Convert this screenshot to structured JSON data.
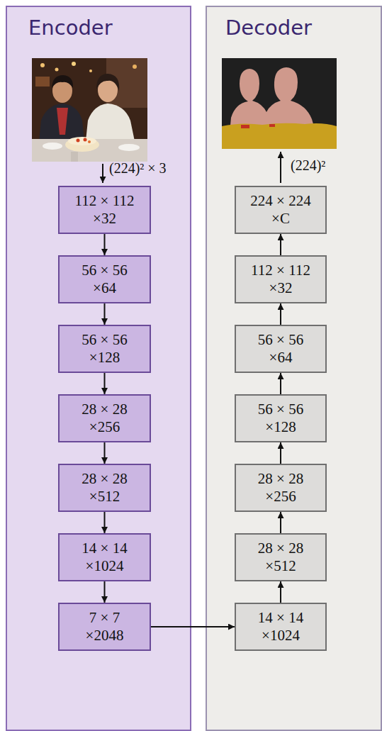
{
  "diagram": {
    "nodes": [
      {
        "text": [
          "Encoder"
        ]
      },
      {
        "text": [
          "112 × 112",
          "×32"
        ],
        "in": 0
      },
      {
        "text": [
          "56 × 56",
          "×64"
        ],
        "in": 0
      },
      {
        "text": [
          "56 × 56",
          "×128"
        ],
        "in": 0
      },
      {
        "text": [
          "28 × 28",
          "×256"
        ],
        "in": 0
      },
      {
        "text": [
          "28 × 28",
          "×512"
        ],
        "in": 0
      },
      {
        "text": [
          "14 × 14",
          "×1024"
        ],
        "in": 0
      },
      {
        "text": [
          "7 × 7",
          "×2048"
        ],
        "in": 0
      },
      {
        "text": [
          "Decoder"
        ]
      },
      {
        "text": [
          "224 × 224",
          "×C"
        ],
        "in": 8
      },
      {
        "text": [
          "112 × 112",
          "×32"
        ],
        "in": 8
      },
      {
        "text": [
          "56 × 56",
          "×64"
        ],
        "in": 8
      },
      {
        "text": [
          "56 × 56",
          "×128"
        ],
        "in": 8
      },
      {
        "text": [
          "28 × 28",
          "×256"
        ],
        "in": 8
      },
      {
        "text": [
          "28 × 28",
          "×512"
        ],
        "in": 8
      },
      {
        "text": [
          "14 × 14",
          "×1024"
        ],
        "in": 8
      }
    ],
    "edges": [
      {
        "from": 1,
        "to": 2,
        "arrow": "to"
      },
      {
        "from": 2,
        "to": 3,
        "arrow": "to"
      },
      {
        "from": 3,
        "to": 4,
        "arrow": "to"
      },
      {
        "from": 4,
        "to": 5,
        "arrow": "to"
      },
      {
        "from": 5,
        "to": 6,
        "arrow": "to"
      },
      {
        "from": 6,
        "to": 7,
        "arrow": "to"
      },
      {
        "from": 7,
        "to": 15,
        "arrow": "to"
      },
      {
        "from": 15,
        "to": 14,
        "arrow": "to"
      },
      {
        "from": 14,
        "to": 13,
        "arrow": "to"
      },
      {
        "from": 13,
        "to": 12,
        "arrow": "to"
      },
      {
        "from": 12,
        "to": 11,
        "arrow": "to"
      },
      {
        "from": 11,
        "to": 10,
        "arrow": "to"
      },
      {
        "from": 10,
        "to": 9,
        "arrow": "to"
      }
    ],
    "labels": [
      "(224)² × 3",
      "(224)²"
    ]
  }
}
